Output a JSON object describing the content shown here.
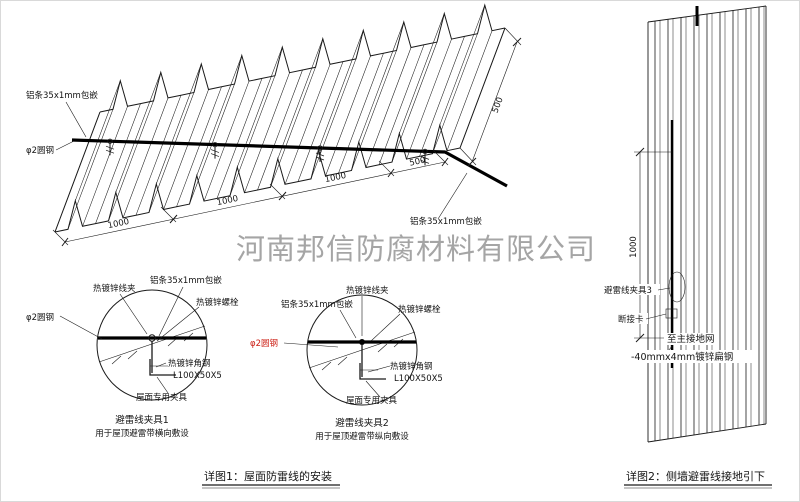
{
  "watermark": {
    "text": "河南邦信防腐材料有限公司"
  },
  "colors": {
    "line": "#1a1a1a",
    "red": "#cc2016",
    "watermark": "#8f8f8f"
  },
  "roof": {
    "label_strip_left": "铝条35x1mm包嵌",
    "label_rod": "φ2圆钢",
    "label_strip_right": "铝条35x1mm包嵌",
    "dim_1": "1000",
    "dim_2": "1000",
    "dim_3": "1000",
    "dim_4": "500",
    "dim_right": "500"
  },
  "detail1": {
    "label_clamp": "热镀锌线夹",
    "label_strip": "铝条35x1mm包嵌",
    "label_bolt": "热镀锌螺栓",
    "label_rod": "φ2圆钢",
    "label_angle": "热镀锌角钢",
    "label_angle_size": "L100X50X5",
    "label_fixture": "屋面专用夹具",
    "title": "避雷线夹具1",
    "subtitle": "用于屋顶避雷带横向敷设"
  },
  "detail2": {
    "label_strip": "铝条35x1mm包嵌",
    "label_clamp": "热镀锌线夹",
    "label_bolt": "热镀锌螺栓",
    "label_rod": "φ2圆钢",
    "label_angle": "热镀锌角钢",
    "label_angle_size": "L100X50X5",
    "label_fixture": "屋面专用夹具",
    "title": "避雷线夹具2",
    "subtitle": "用于屋顶避雷带纵向敷设"
  },
  "wall": {
    "dim": "1000",
    "label_clamp3": "避雷线夹具3",
    "label_break": "断接卡",
    "label_ground_net": "至主接地网",
    "label_flat_steel": "-40mmx4mm镀锌扁钢"
  },
  "captions": {
    "fig1": "详图1：屋面防雷线的安装",
    "fig2": "详图2：侧墙避雷线接地引下"
  }
}
